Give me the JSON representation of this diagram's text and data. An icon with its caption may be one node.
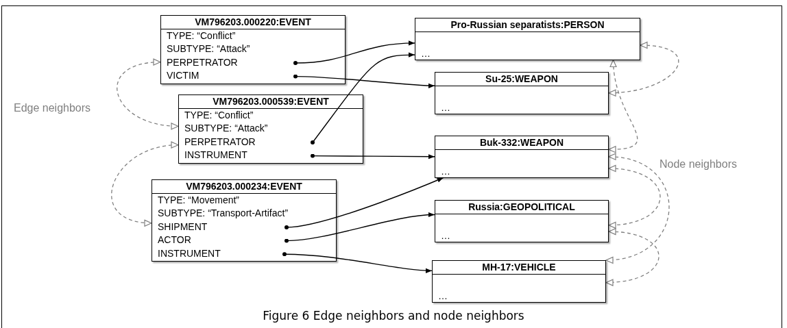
{
  "diagram": {
    "caption": "Figure 6 Edge neighbors and node neighbors",
    "nodes": [
      {
        "text": [
          "VM796203.000220:EVENT",
          "TYPE: “Conflict”",
          "SUBTYPE: “Attack”",
          "PERPETRATOR",
          "VICTIM"
        ]
      },
      {
        "text": [
          "VM796203.000539:EVENT",
          "TYPE: “Conflict”",
          "SUBTYPE: “Attack”",
          "PERPETRATOR",
          "INSTRUMENT"
        ]
      },
      {
        "text": [
          "VM796203.000234:EVENT",
          "TYPE: “Movement”",
          "SUBTYPE: “Transport-Artifact”",
          "SHIPMENT",
          "ACTOR",
          "INSTRUMENT"
        ]
      },
      {
        "text": [
          "Pro-Russian separatists:PERSON",
          "…"
        ]
      },
      {
        "text": [
          "Su-25:WEAPON",
          "…"
        ]
      },
      {
        "text": [
          "Buk-332:WEAPON",
          "…"
        ]
      },
      {
        "text": [
          "Russia:GEOPOLITICAL",
          "…"
        ]
      },
      {
        "text": [
          "MH-17:VEHICLE",
          "…"
        ]
      }
    ],
    "edges": [
      {
        "from": 0,
        "to": 3,
        "arrow": "to"
      },
      {
        "from": 0,
        "to": 4,
        "arrow": "to"
      },
      {
        "from": 1,
        "to": 3,
        "arrow": "to"
      },
      {
        "from": 1,
        "to": 5,
        "arrow": "to"
      },
      {
        "from": 2,
        "to": 5,
        "arrow": "to"
      },
      {
        "from": 2,
        "to": 6,
        "arrow": "to"
      },
      {
        "from": 2,
        "to": 7,
        "arrow": "to"
      },
      {
        "from": 0,
        "to": 1,
        "arrow": "both",
        "style": "dashed",
        "color": "#808080"
      },
      {
        "from": 1,
        "to": 2,
        "arrow": "both",
        "style": "dashed",
        "color": "#808080"
      },
      {
        "from": 3,
        "to": 4,
        "arrow": "both",
        "style": "dashed",
        "color": "#808080"
      },
      {
        "from": 3,
        "to": 5,
        "arrow": "both",
        "style": "dashed",
        "color": "#808080"
      },
      {
        "from": 5,
        "to": 7,
        "arrow": "both",
        "style": "dashed",
        "color": "#808080"
      },
      {
        "from": 5,
        "to": 6,
        "arrow": "both",
        "style": "dashed",
        "color": "#808080"
      },
      {
        "from": 6,
        "to": 7,
        "arrow": "both",
        "style": "dashed",
        "color": "#808080"
      }
    ],
    "labels": [
      "Edge neighbors",
      "Node neighbors"
    ]
  }
}
